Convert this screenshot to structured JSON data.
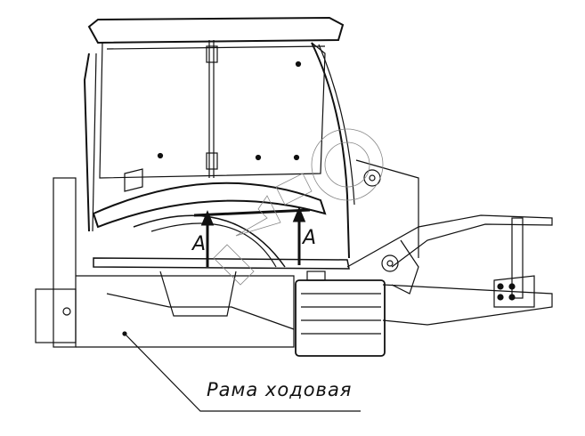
{
  "drawing": {
    "caption": "Рама ходовая",
    "section_marks": [
      "A",
      "A"
    ],
    "watermark": "TDMS"
  }
}
